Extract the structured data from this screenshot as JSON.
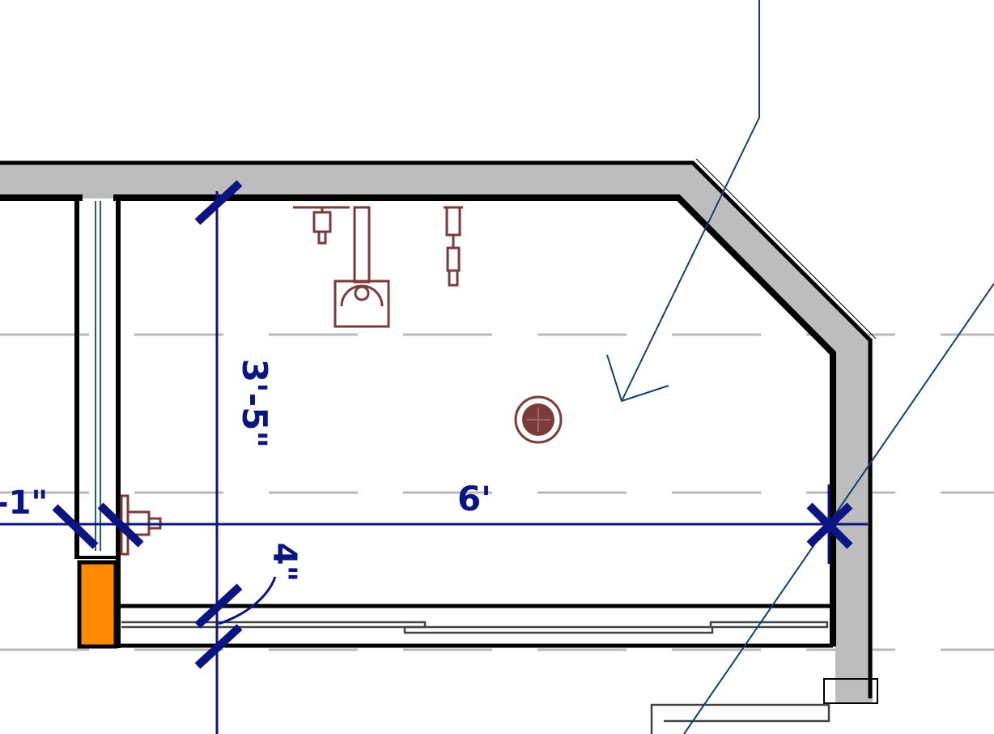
{
  "plan": {
    "dimensions": {
      "height_label": "3'-5\"",
      "width_label": "6'",
      "small_label": "4\"",
      "left_partial_label": "-1\""
    },
    "colors": {
      "wall_fill": "#bdbdbd",
      "dimension": "#0b1480",
      "fixture": "#7b3b3b",
      "leader": "#123f73",
      "column": "#ff8a00",
      "grid": "#b9b9b9"
    }
  }
}
